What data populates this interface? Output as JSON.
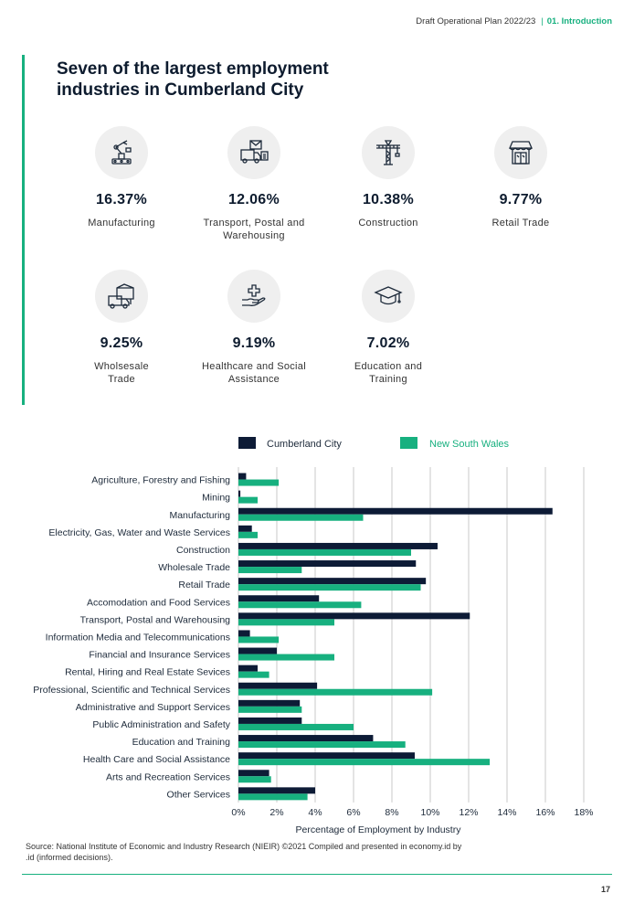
{
  "header": {
    "doc_title": "Draft Operational Plan 2022/23",
    "separator": "|",
    "section": "01. Introduction"
  },
  "title": "Seven of the largest employment industries in Cumberland City",
  "stats": [
    {
      "value": "16.37%",
      "label": "Manufacturing",
      "icon": "robot-arm-icon"
    },
    {
      "value": "12.06%",
      "label": "Transport, Postal and Warehousing",
      "icon": "delivery-truck-mail-icon"
    },
    {
      "value": "10.38%",
      "label": "Construction",
      "icon": "crane-icon"
    },
    {
      "value": "9.77%",
      "label": "Retail Trade",
      "icon": "storefront-icon"
    },
    {
      "value": "9.25%",
      "label": "Wholsesale Trade",
      "icon": "truck-warehouse-icon"
    },
    {
      "value": "9.19%",
      "label": "Healthcare and Social Assistance",
      "icon": "hand-medical-cross-icon"
    },
    {
      "value": "7.02%",
      "label": "Education and Training",
      "icon": "graduation-cap-icon"
    }
  ],
  "colors": {
    "accent": "#17b07f",
    "cumberland": "#0d1b36",
    "nsw": "#17b07f",
    "grid": "#c9c9c9"
  },
  "chart_data": {
    "type": "bar",
    "orientation": "horizontal",
    "categories": [
      "Agriculture, Forestry and Fishing",
      "Mining",
      "Manufacturing",
      "Electricity, Gas, Water and Waste Services",
      "Construction",
      "Wholesale Trade",
      "Retail Trade",
      "Accomodation and Food Services",
      "Transport, Postal and Warehousing",
      "Information Media and Telecommunications",
      "Financial and Insurance Services",
      "Rental, Hiring and Real Estate Sevices",
      "Professional, Scientific and Technical Services",
      "Administrative and Support Services",
      "Public Administration and Safety",
      "Education and Training",
      "Health Care and Social Assistance",
      "Arts and Recreation Services",
      "Other Services"
    ],
    "series": [
      {
        "name": "Cumberland City",
        "values": [
          0.4,
          0.1,
          16.37,
          0.7,
          10.38,
          9.25,
          9.77,
          4.2,
          12.06,
          0.6,
          2.0,
          1.0,
          4.1,
          3.2,
          3.3,
          7.02,
          9.19,
          1.6,
          4.0
        ]
      },
      {
        "name": "New South Wales",
        "values": [
          2.1,
          1.0,
          6.5,
          1.0,
          9.0,
          3.3,
          9.5,
          6.4,
          5.0,
          2.1,
          5.0,
          1.6,
          10.1,
          3.3,
          6.0,
          8.7,
          13.1,
          1.7,
          3.6
        ]
      }
    ],
    "xlabel": "Percentage of Employment by Industry",
    "ylabel": "",
    "xlim": [
      0,
      18
    ],
    "xticks": [
      "0%",
      "2%",
      "4%",
      "6%",
      "8%",
      "10%",
      "12%",
      "14%",
      "16%",
      "18%"
    ],
    "grid": true,
    "legend_position": "top"
  },
  "source": "Source: National Institute of Economic and Industry Research (NIEIR) ©2021 Compiled and presented in economy.id by .id (informed decisions).",
  "page_number": "17"
}
